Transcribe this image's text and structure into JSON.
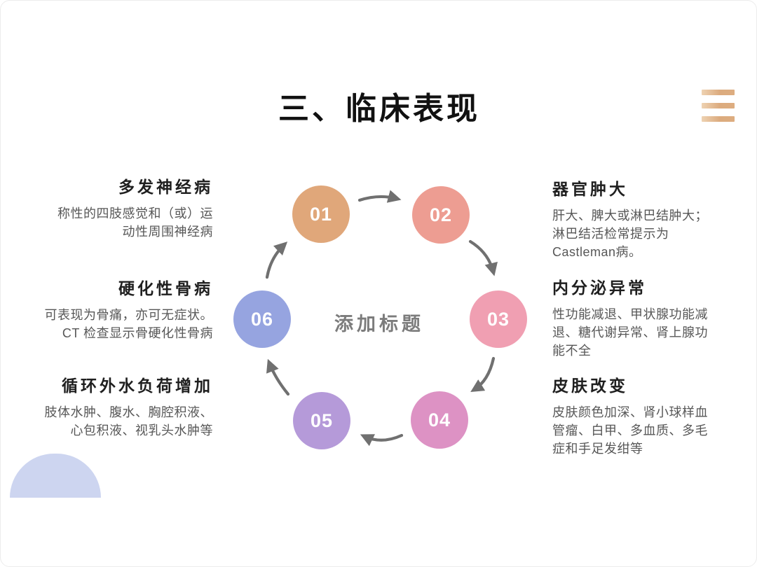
{
  "slide": {
    "title": "三、临床表现",
    "center_label": "添加标题",
    "arrow_color": "#707070",
    "decor": {
      "menu_bar_color": "#dcab7e",
      "half_circle_color": "#cdd5f0"
    }
  },
  "steps": [
    {
      "number": "01",
      "circle_color": "#e0a77a",
      "title": "多发神经病",
      "desc": "称性的四肢感觉和（或）运\n动性周围神经病"
    },
    {
      "number": "02",
      "circle_color": "#ed9d92",
      "title": "器官肿大",
      "desc": "肝大、脾大或淋巴结肿大；\n淋巴结活检常提示为\nCastleman病。"
    },
    {
      "number": "03",
      "circle_color": "#f09fb2",
      "title": "内分泌异常",
      "desc": "性功能减退、甲状腺功能减\n退、糖代谢异常、肾上腺功\n能不全"
    },
    {
      "number": "04",
      "circle_color": "#dd92c4",
      "title": "皮肤改变",
      "desc": "皮肤颜色加深、肾小球样血\n管瘤、白甲、多血质、多毛\n症和手足发绀等"
    },
    {
      "number": "05",
      "circle_color": "#b59ad9",
      "title": "循环外水负荷增加",
      "desc": "肢体水肿、腹水、胸腔积液、\n心包积液、视乳头水肿等"
    },
    {
      "number": "06",
      "circle_color": "#96a4e0",
      "title": "硬化性骨病",
      "desc": "可表现为骨痛，亦可无症状。\nCT 检查显示骨硬化性骨病"
    }
  ]
}
